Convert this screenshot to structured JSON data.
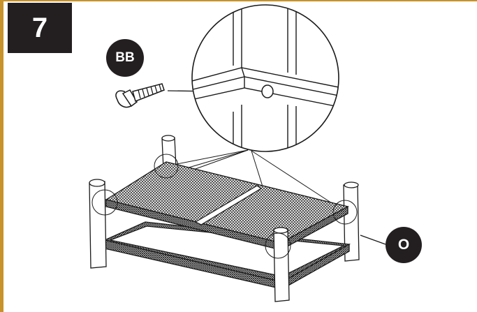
{
  "step": {
    "number": "7"
  },
  "callouts": {
    "bolt": "BB",
    "frame": "O"
  },
  "colors": {
    "border": "#c8932a",
    "label_bg": "#231f20",
    "line": "#1a1a1a"
  },
  "icons": [
    "bolt-icon",
    "table-frame-icon",
    "detail-magnifier-icon"
  ]
}
